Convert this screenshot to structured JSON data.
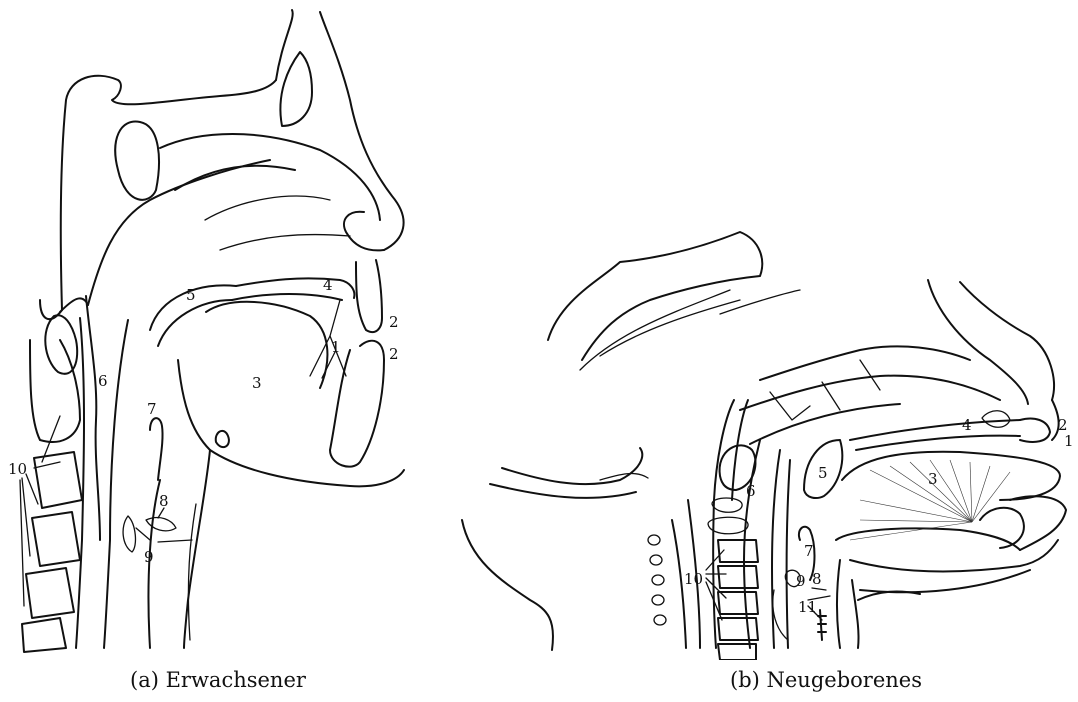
{
  "panels": [
    {
      "caption": "(a) Erwachsener",
      "labels": [
        "1",
        "2",
        "2",
        "3",
        "4",
        "5",
        "6",
        "7",
        "8",
        "9",
        "10"
      ]
    },
    {
      "caption": "(b) Neugeborenes",
      "labels": [
        "1",
        "2",
        "3",
        "4",
        "5",
        "6",
        "7",
        "8",
        "9",
        "10",
        "11"
      ]
    }
  ]
}
